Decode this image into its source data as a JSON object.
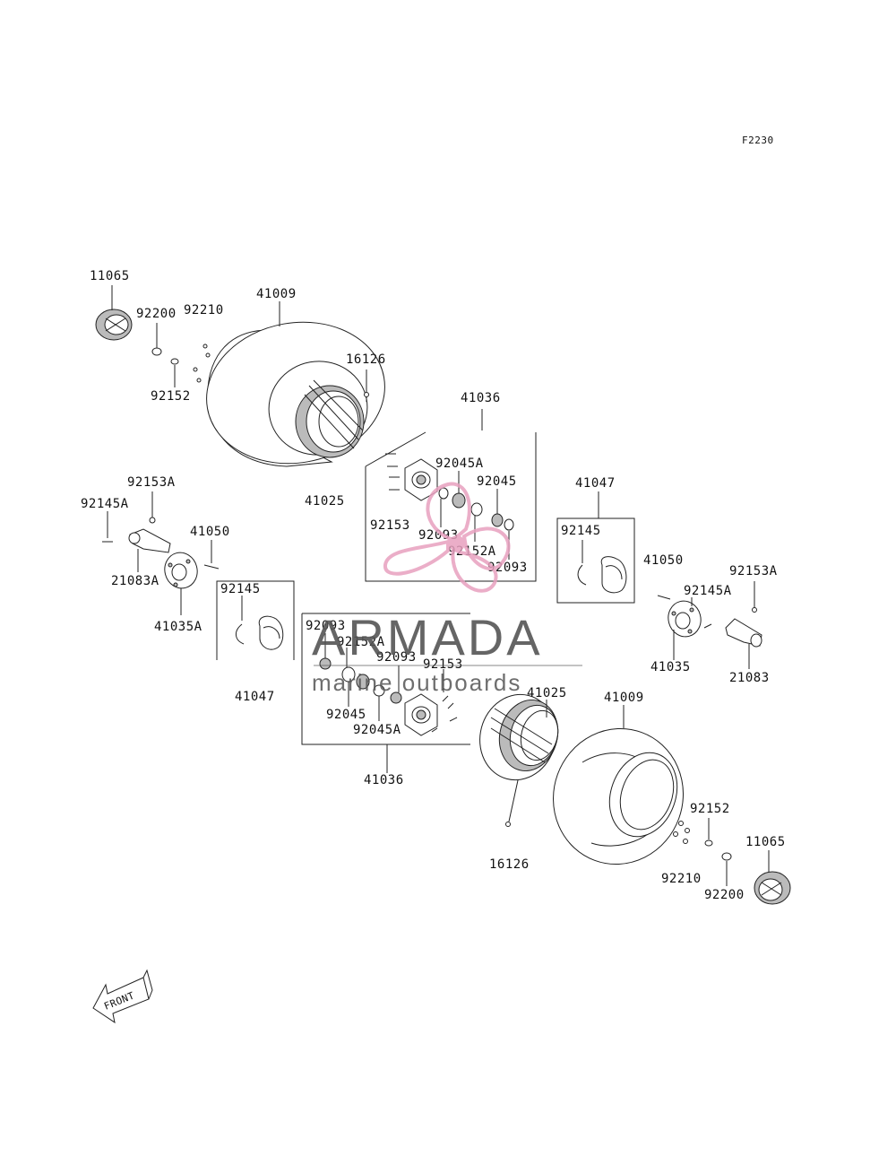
{
  "figure_code": "F2230",
  "labels": {
    "l_11065_a": "11065",
    "l_92200_a": "92200",
    "l_92210_a": "92210",
    "l_41009_a": "41009",
    "l_92152_a": "92152",
    "l_16126_a": "16126",
    "l_41036_a": "41036",
    "l_92045A_a": "92045A",
    "l_92045_a": "92045",
    "l_41025_a": "41025",
    "l_92153_a": "92153",
    "l_92093_a": "92093",
    "l_92152A_a": "92152A",
    "l_92093_b": "92093",
    "l_41047_a": "41047",
    "l_92145_a": "92145",
    "l_41050_a": "41050",
    "l_92153A_a": "92153A",
    "l_92145A_a": "92145A",
    "l_41050_b": "41050",
    "l_21083A": "21083A",
    "l_41035A": "41035A",
    "l_92145_b": "92145",
    "l_41047_b": "41047",
    "l_92093_c": "92093",
    "l_92152A_b": "92152A",
    "l_92093_d": "92093",
    "l_92153_b": "92153",
    "l_92045_b": "92045",
    "l_92045A_b": "92045A",
    "l_41036_b": "41036",
    "l_41025_b": "41025",
    "l_41009_b": "41009",
    "l_16126_b": "16126",
    "l_92152_b": "92152",
    "l_92210_b": "92210",
    "l_92200_b": "92200",
    "l_11065_b": "11065",
    "l_92153A_b": "92153A",
    "l_92145A_b": "92145A",
    "l_41035": "41035",
    "l_21083": "21083"
  },
  "front_label": "FRONT",
  "watermark": {
    "brand": "ARMADA",
    "tagline": "marine outboards",
    "logo_color": "#e8a0bf",
    "text_color": "#555555"
  }
}
